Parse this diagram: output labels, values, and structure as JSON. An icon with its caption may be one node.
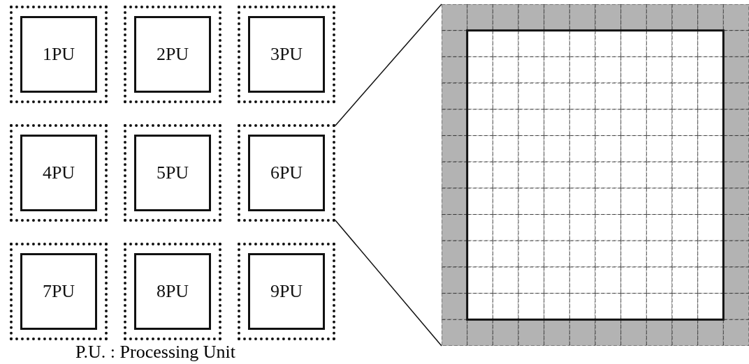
{
  "diagram": {
    "nodes": [
      {
        "text": [
          "1PU"
        ]
      },
      {
        "text": [
          "2PU"
        ]
      },
      {
        "text": [
          "3PU"
        ]
      },
      {
        "text": [
          "4PU"
        ]
      },
      {
        "text": [
          "5PU"
        ]
      },
      {
        "text": [
          "6PU"
        ]
      },
      {
        "text": [
          "7PU"
        ]
      },
      {
        "text": [
          "8PU"
        ]
      },
      {
        "text": [
          "9PU"
        ]
      },
      {
        "text": [],
        "shape": "picture"
      }
    ],
    "edges": [
      {
        "from": 5,
        "to": 9,
        "arrow": "none"
      },
      {
        "from": 5,
        "to": 9,
        "arrow": "none"
      }
    ],
    "labels": [
      "P.U. : Processing Unit"
    ]
  }
}
